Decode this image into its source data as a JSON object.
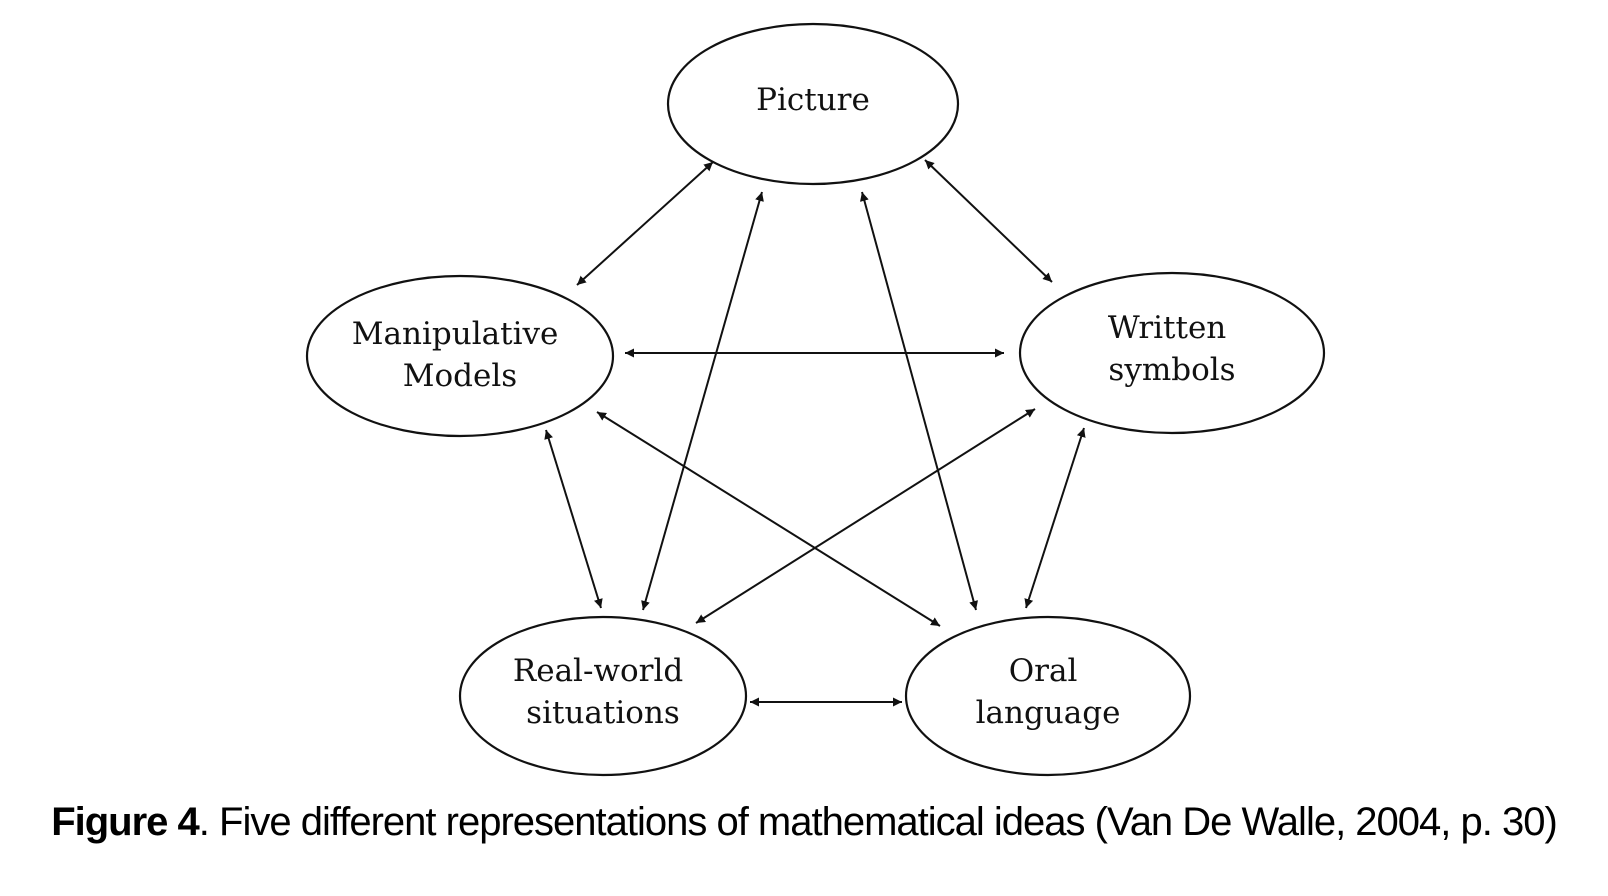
{
  "diagram": {
    "nodes": [
      {
        "id": "picture",
        "lines": [
          "Picture"
        ]
      },
      {
        "id": "manipulative",
        "lines": [
          "Manipulative",
          "Models"
        ]
      },
      {
        "id": "written",
        "lines": [
          "Written",
          "symbols"
        ]
      },
      {
        "id": "realworld",
        "lines": [
          "Real-world",
          "situations"
        ]
      },
      {
        "id": "oral",
        "lines": [
          "Oral",
          "language"
        ]
      }
    ],
    "edges": [
      {
        "from": "picture",
        "to": "manipulative",
        "type": "bidirectional"
      },
      {
        "from": "picture",
        "to": "written",
        "type": "bidirectional"
      },
      {
        "from": "picture",
        "to": "realworld",
        "type": "bidirectional"
      },
      {
        "from": "picture",
        "to": "oral",
        "type": "bidirectional"
      },
      {
        "from": "manipulative",
        "to": "written",
        "type": "bidirectional"
      },
      {
        "from": "manipulative",
        "to": "realworld",
        "type": "bidirectional"
      },
      {
        "from": "manipulative",
        "to": "oral",
        "type": "bidirectional"
      },
      {
        "from": "written",
        "to": "realworld",
        "type": "bidirectional"
      },
      {
        "from": "written",
        "to": "oral",
        "type": "bidirectional"
      },
      {
        "from": "realworld",
        "to": "oral",
        "type": "bidirectional"
      }
    ]
  },
  "caption": {
    "label": "Figure 4",
    "text": ". Five different representations of mathematical ideas (Van De Walle, 2004, p. 30)"
  }
}
